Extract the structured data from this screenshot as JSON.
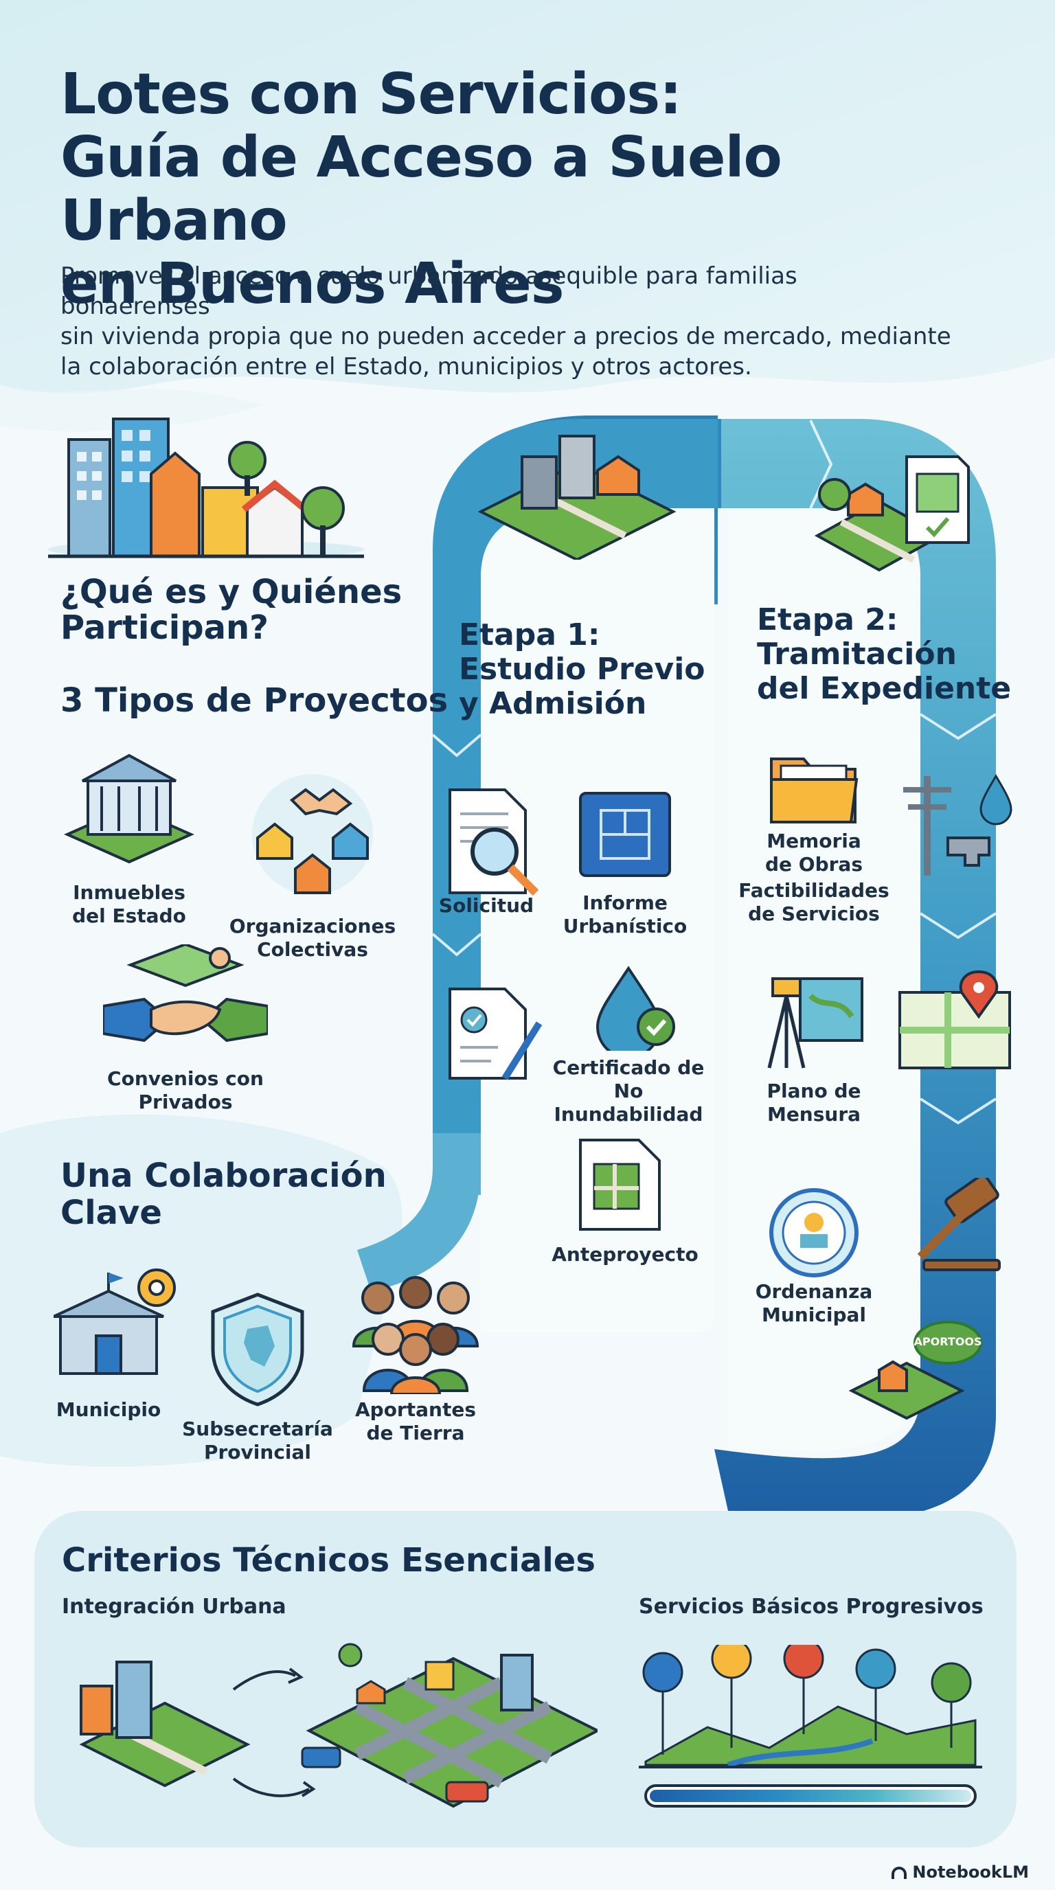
{
  "header": {
    "title_lines": [
      "Lotes con Servicios:",
      "Guía de Acceso a Suelo Urbano",
      "en Buenos Aires"
    ],
    "intro_lines": [
      "Promover el acceso a suelo urbanizado asequible para familias bonaerenses",
      "sin vivienda propia que no pueden acceder a precios de mercado, mediante",
      "la colaboración entre el Estado, municipios y otros actores."
    ]
  },
  "left": {
    "who_title_lines": [
      "¿Qué es y Quiénes",
      "Participan?"
    ],
    "projects_title": "3 Tipos de Proyectos",
    "project_types": [
      [
        "Inmuebles",
        "del Estado"
      ],
      [
        "Organizaciones",
        "Colectivas"
      ],
      [
        "Convenios con",
        "Privados"
      ]
    ],
    "collab_title_lines": [
      "Una Colaboración",
      "Clave"
    ],
    "actors": [
      [
        "Municipio"
      ],
      [
        "Subsecretaría",
        "Provincial"
      ],
      [
        "Aportantes",
        "de Tierra"
      ]
    ]
  },
  "stage1": {
    "title_lines": [
      "Etapa 1:",
      "Estudio Previo",
      "y Admisión"
    ],
    "steps": [
      [
        "Solicitud"
      ],
      [
        "Informe",
        "Urbanístico"
      ],
      [
        "Certificado de",
        "No Inundabilidad"
      ],
      [
        "Anteproyecto"
      ]
    ]
  },
  "stage2": {
    "title_lines": [
      "Etapa 2:",
      "Tramitación",
      "del Expediente"
    ],
    "steps": [
      [
        "Memoria",
        "de Obras"
      ],
      [
        "Factibilidades",
        "de Servicios"
      ],
      [
        "Plano de",
        "Mensura"
      ],
      [
        "Ordenanza",
        "Municipal"
      ]
    ],
    "seal_text": "APORTOOS"
  },
  "criteria": {
    "title": "Criterios Técnicos Esenciales",
    "left_label": "Integración Urbana",
    "right_label": "Servicios Básicos Progresivos"
  },
  "footer": {
    "brand": "NotebookLM"
  },
  "colors": {
    "navy": "#15304f",
    "road_dark": "#1f6fae",
    "road_light": "#5fb3cf",
    "green": "#5da544",
    "orange": "#f08a3c",
    "bg_light": "#dff1f4"
  },
  "icons": [
    "city-skyline-icon",
    "government-building-icon",
    "houses-network-icon",
    "handshake-icon",
    "municipio-building-icon",
    "province-shield-icon",
    "people-group-icon",
    "document-search-icon",
    "blueprint-icon",
    "certificate-icon",
    "water-check-icon",
    "map-document-icon",
    "folder-icon",
    "utility-pole-icon",
    "surveyor-icon",
    "map-pin-icon",
    "municipal-seal-icon",
    "gavel-icon",
    "lots-seal-icon",
    "neighborhood-icon",
    "services-progress-icon"
  ]
}
